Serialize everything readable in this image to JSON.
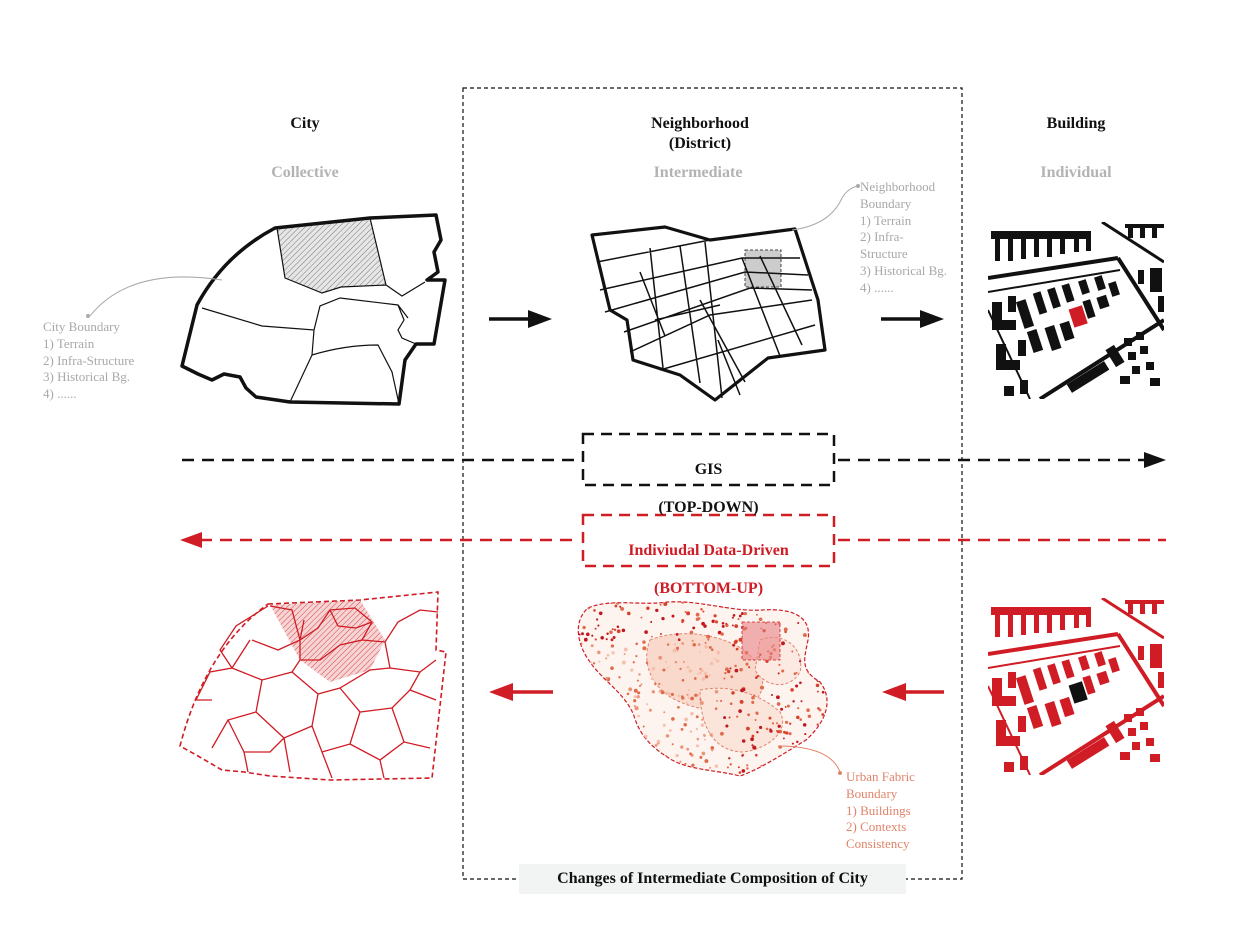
{
  "columns": [
    {
      "title": "City",
      "level": "Collective"
    },
    {
      "title": "Neighborhood\n(District)",
      "level": "Intermediate"
    },
    {
      "title": "Building",
      "level": "Individual"
    }
  ],
  "notes": {
    "city_boundary": "City Boundary\n1) Terrain\n2) Infra-Structure\n3) Historical Bg.\n4) ......",
    "neighborhood_boundary": "Neighborhood\nBoundary\n1) Terrain\n2) Infra-\nStructure\n3) Historical Bg.\n4) ......",
    "urban_fabric_boundary": "Urban Fabric\nBoundary\n1) Buildings\n2) Contexts\nConsistency"
  },
  "flows": {
    "top_down": {
      "line1": "GIS",
      "line2": "(TOP-DOWN)"
    },
    "bottom_up": {
      "line1": "Indiviudal Data-Driven",
      "line2": "(BOTTOM-UP)"
    }
  },
  "footer": "Changes of Intermediate Composition of City",
  "colors": {
    "black": "#111111",
    "red": "#d01c24",
    "gray_text": "#a8a8a8",
    "orange_text": "#e0846a",
    "hatch": "#cfcfcf"
  }
}
